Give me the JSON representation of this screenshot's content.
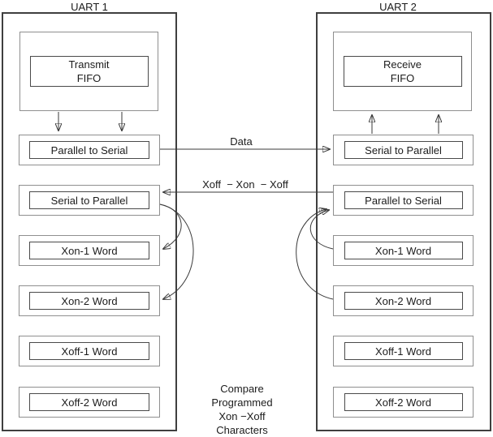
{
  "colors": {
    "background": "#ffffff",
    "outer_border": "#3f3f3f",
    "section_border": "#8f8f8f",
    "inner_border": "#4a4a4a",
    "line": "#3a3a3a",
    "text": "#1c1c1c"
  },
  "uart1": {
    "title": "UART 1",
    "fifo": {
      "line1": "Transmit",
      "line2": "FIFO"
    },
    "blocks": {
      "parallel_to_serial": "Parallel to Serial",
      "serial_to_parallel": "Serial to Parallel",
      "xon1_word": "Xon-1 Word",
      "xon2_word": "Xon-2 Word",
      "xoff1_word": "Xoff-1 Word",
      "xoff2_word": "Xoff-2 Word"
    }
  },
  "uart2": {
    "title": "UART 2",
    "fifo": {
      "line1": "Receive",
      "line2": "FIFO"
    },
    "blocks": {
      "serial_to_parallel": "Serial to Parallel",
      "parallel_to_serial": "Parallel to Serial",
      "xon1_word": "Xon-1 Word",
      "xon2_word": "Xon-2 Word",
      "xoff1_word": "Xoff-1 Word",
      "xoff2_word": "Xoff-2 Word"
    }
  },
  "labels": {
    "data": "Data",
    "flow_control": "Xoff  − Xon  − Xoff",
    "compare_note": {
      "line1": "Compare",
      "line2": "Programmed",
      "line3": "Xon −Xoff",
      "line4": "Characters"
    }
  }
}
